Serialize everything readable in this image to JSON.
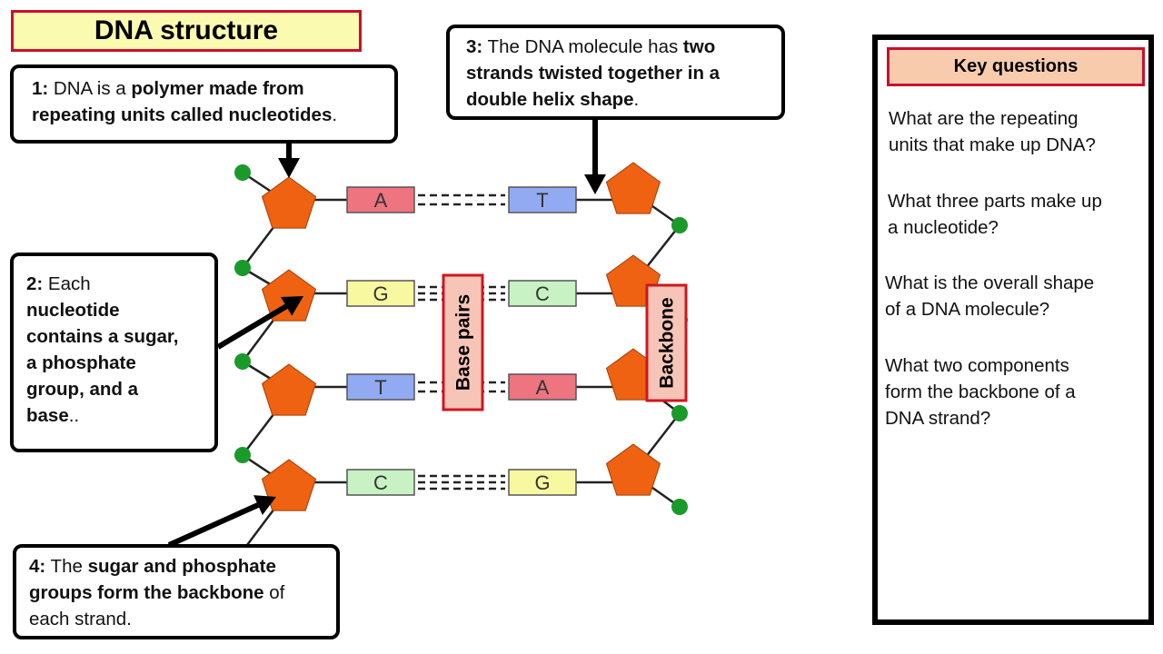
{
  "title": "DNA structure",
  "callouts": {
    "c1": {
      "num": "1:",
      "l1_plain": " DNA is a ",
      "l1_bold": "polymer made from",
      "l2_bold": "repeating units called nucleotides",
      "l2_end": "."
    },
    "c2": {
      "num": "2:",
      "l1_plain": "  Each",
      "l2": "nucleotide",
      "l3": "contains a sugar,",
      "l4": "a phosphate",
      "l5": "group, and a",
      "l6_bold": "base",
      "l6_end": ".."
    },
    "c3": {
      "num": "3:",
      "l1_plain": "  The DNA molecule has ",
      "l1_bold": "two",
      "l2": "strands twisted together in a",
      "l3": "double helix shape",
      "l3_end": "."
    },
    "c4": {
      "num": "4:",
      "l1_plain": "  The ",
      "l1_bold": "sugar and phosphate",
      "l2_bold": "groups form the backbone",
      "l2_plain": " of",
      "l3": "each strand."
    }
  },
  "diagram": {
    "rows": [
      {
        "left": "A",
        "right": "T"
      },
      {
        "left": "G",
        "right": "C"
      },
      {
        "left": "T",
        "right": "A"
      },
      {
        "left": "C",
        "right": "G"
      }
    ],
    "labels": {
      "base_pairs": "Base pairs",
      "backbone": "Backbone"
    },
    "colors": {
      "A": "#ee7480",
      "T": "#92aaf2",
      "G": "#f8f8a0",
      "C": "#c8f2c4",
      "sugar": "#ee6211",
      "phosphate": "#1a9a2a",
      "label_border": "#d0161e",
      "label_fill": "#f7c5b7"
    }
  },
  "key_questions": {
    "header": "Key questions",
    "q1": [
      "What are the repeating",
      "units that make up DNA?"
    ],
    "q2": [
      "What three parts make up",
      "a nucleotide?"
    ],
    "q3": [
      "What is the overall shape",
      "of a DNA molecule?"
    ],
    "q4": [
      "What two components",
      "form the backbone of a",
      "DNA strand?"
    ]
  }
}
